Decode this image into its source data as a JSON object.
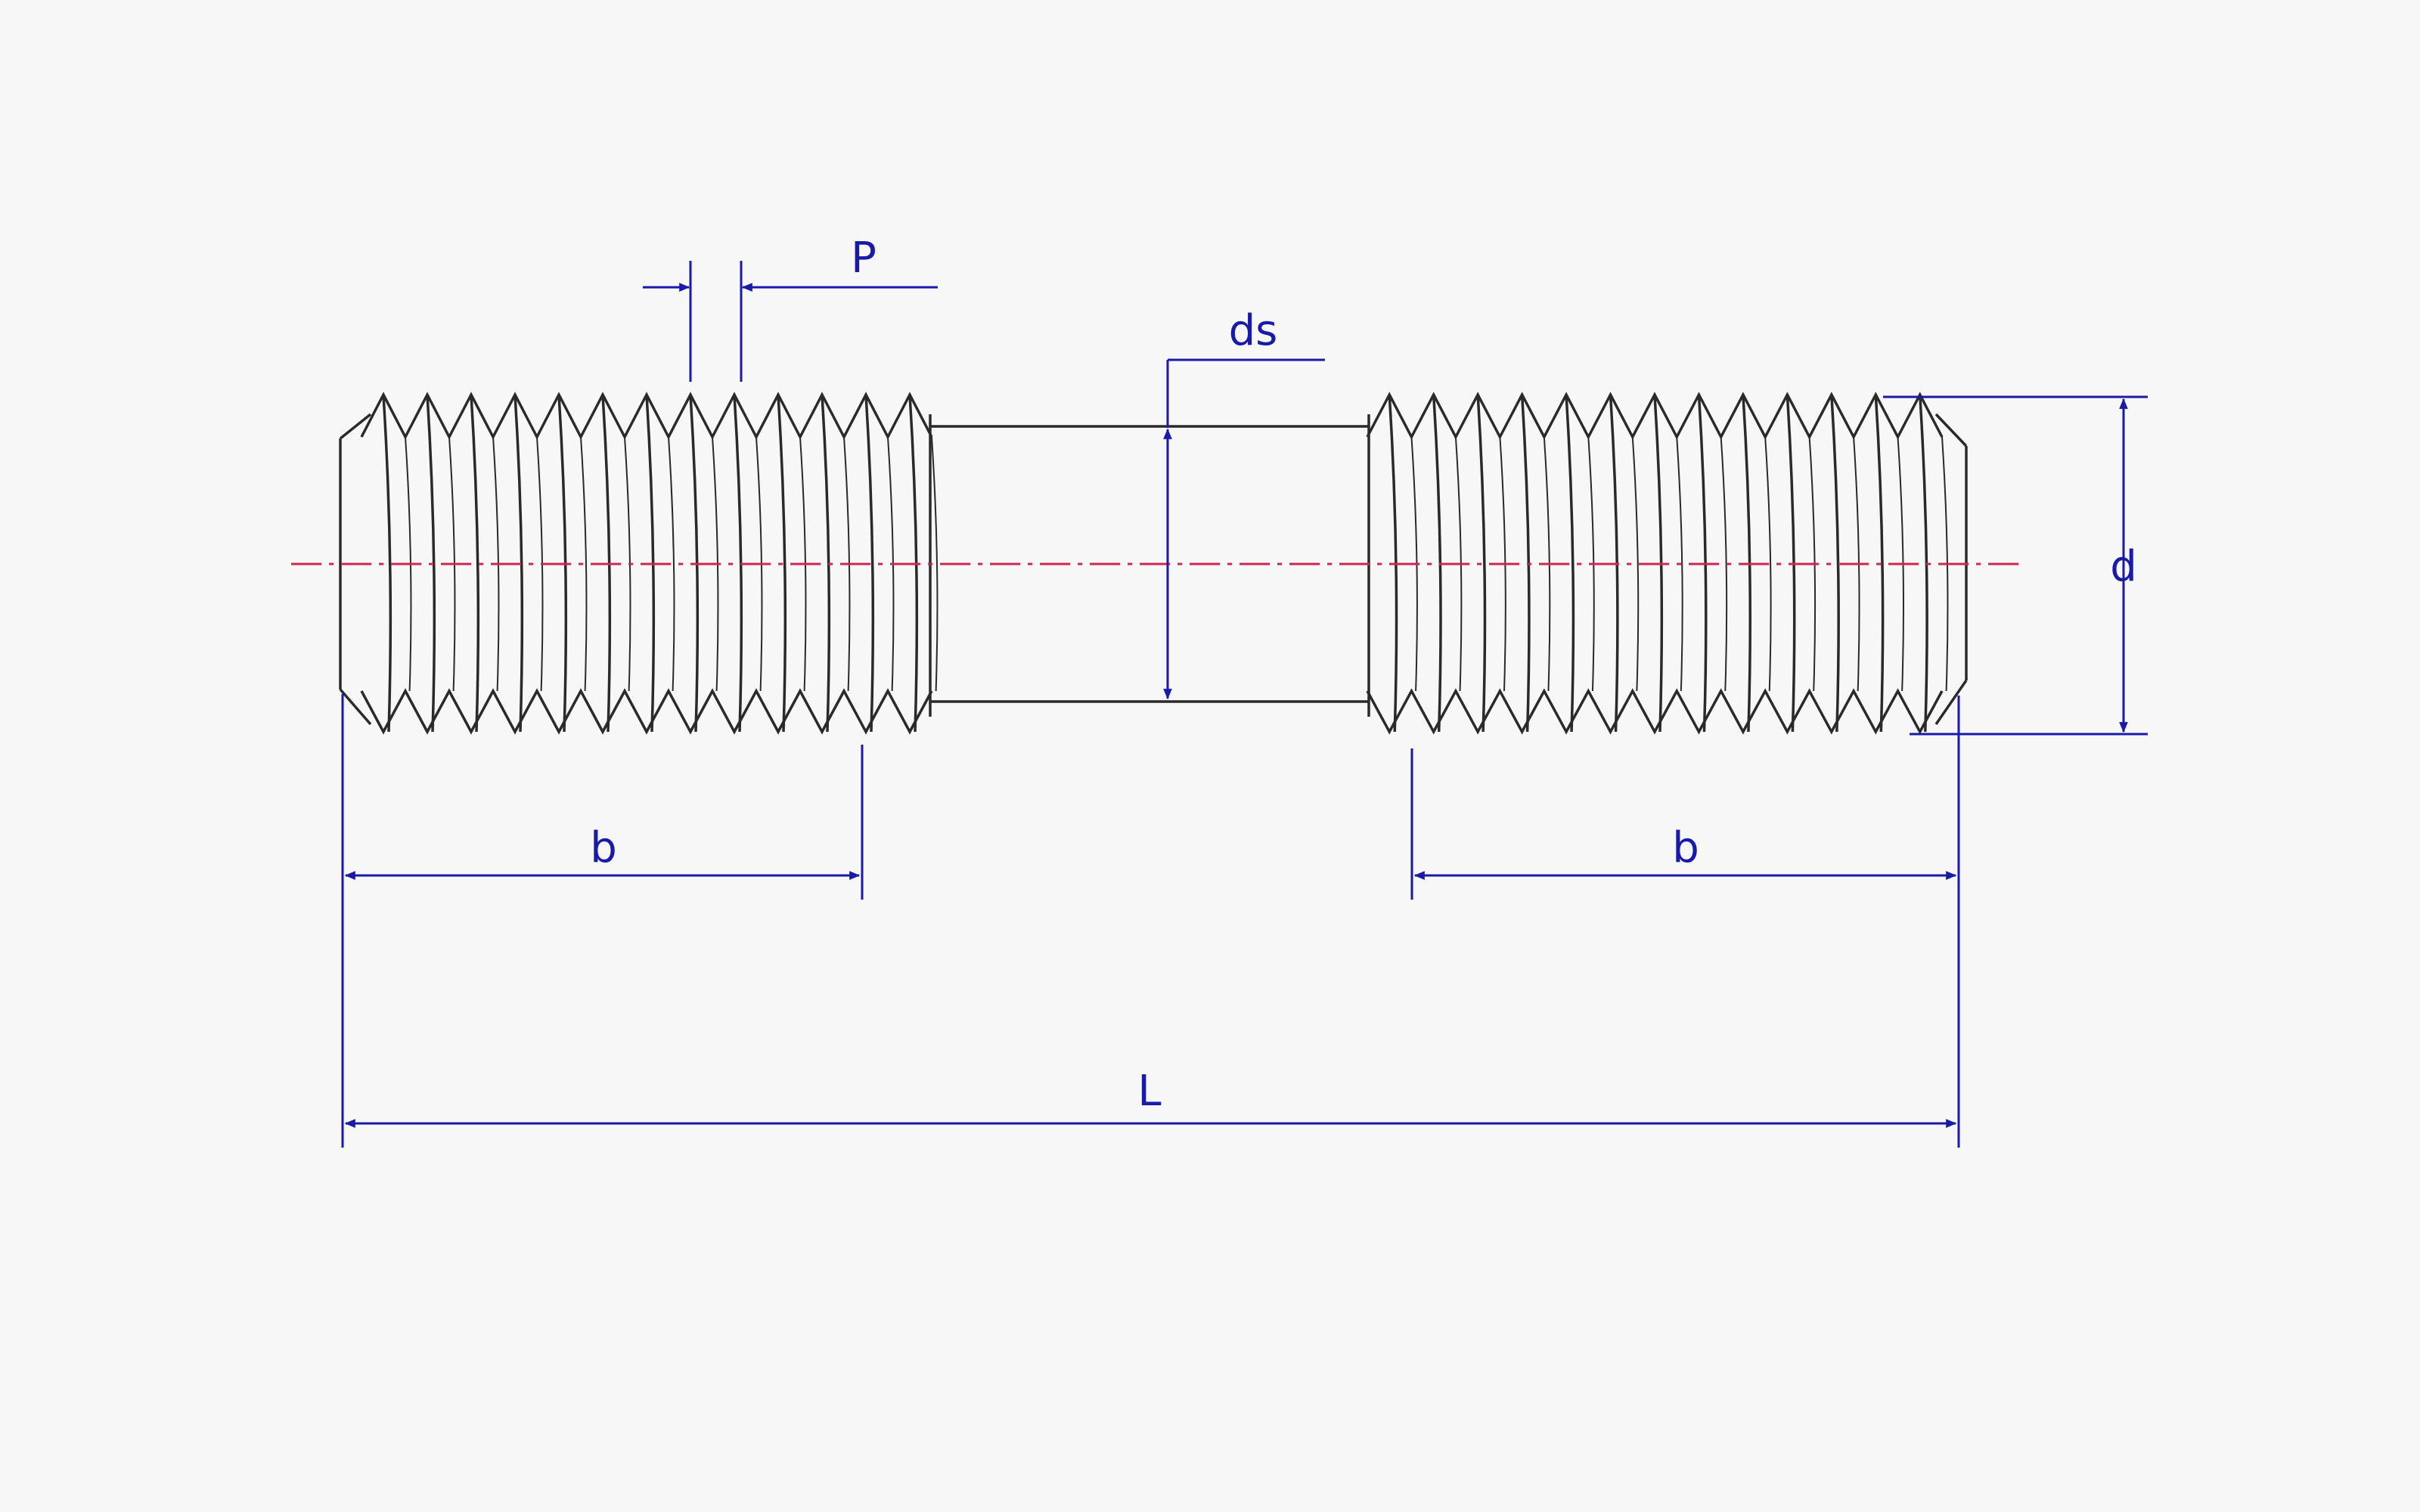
{
  "diagram": {
    "labels": {
      "pitch": "P",
      "shank_diameter": "ds",
      "thread_diameter": "d",
      "thread_length_left": "b",
      "thread_length_right": "b",
      "total_length": "L"
    },
    "colors": {
      "outline": "#2a2a2a",
      "dimension": "#1a1aa8",
      "centerline": "#d0264f",
      "background": "#f7f7f8"
    },
    "left_thread_crests": 13,
    "right_thread_crests": 13
  }
}
